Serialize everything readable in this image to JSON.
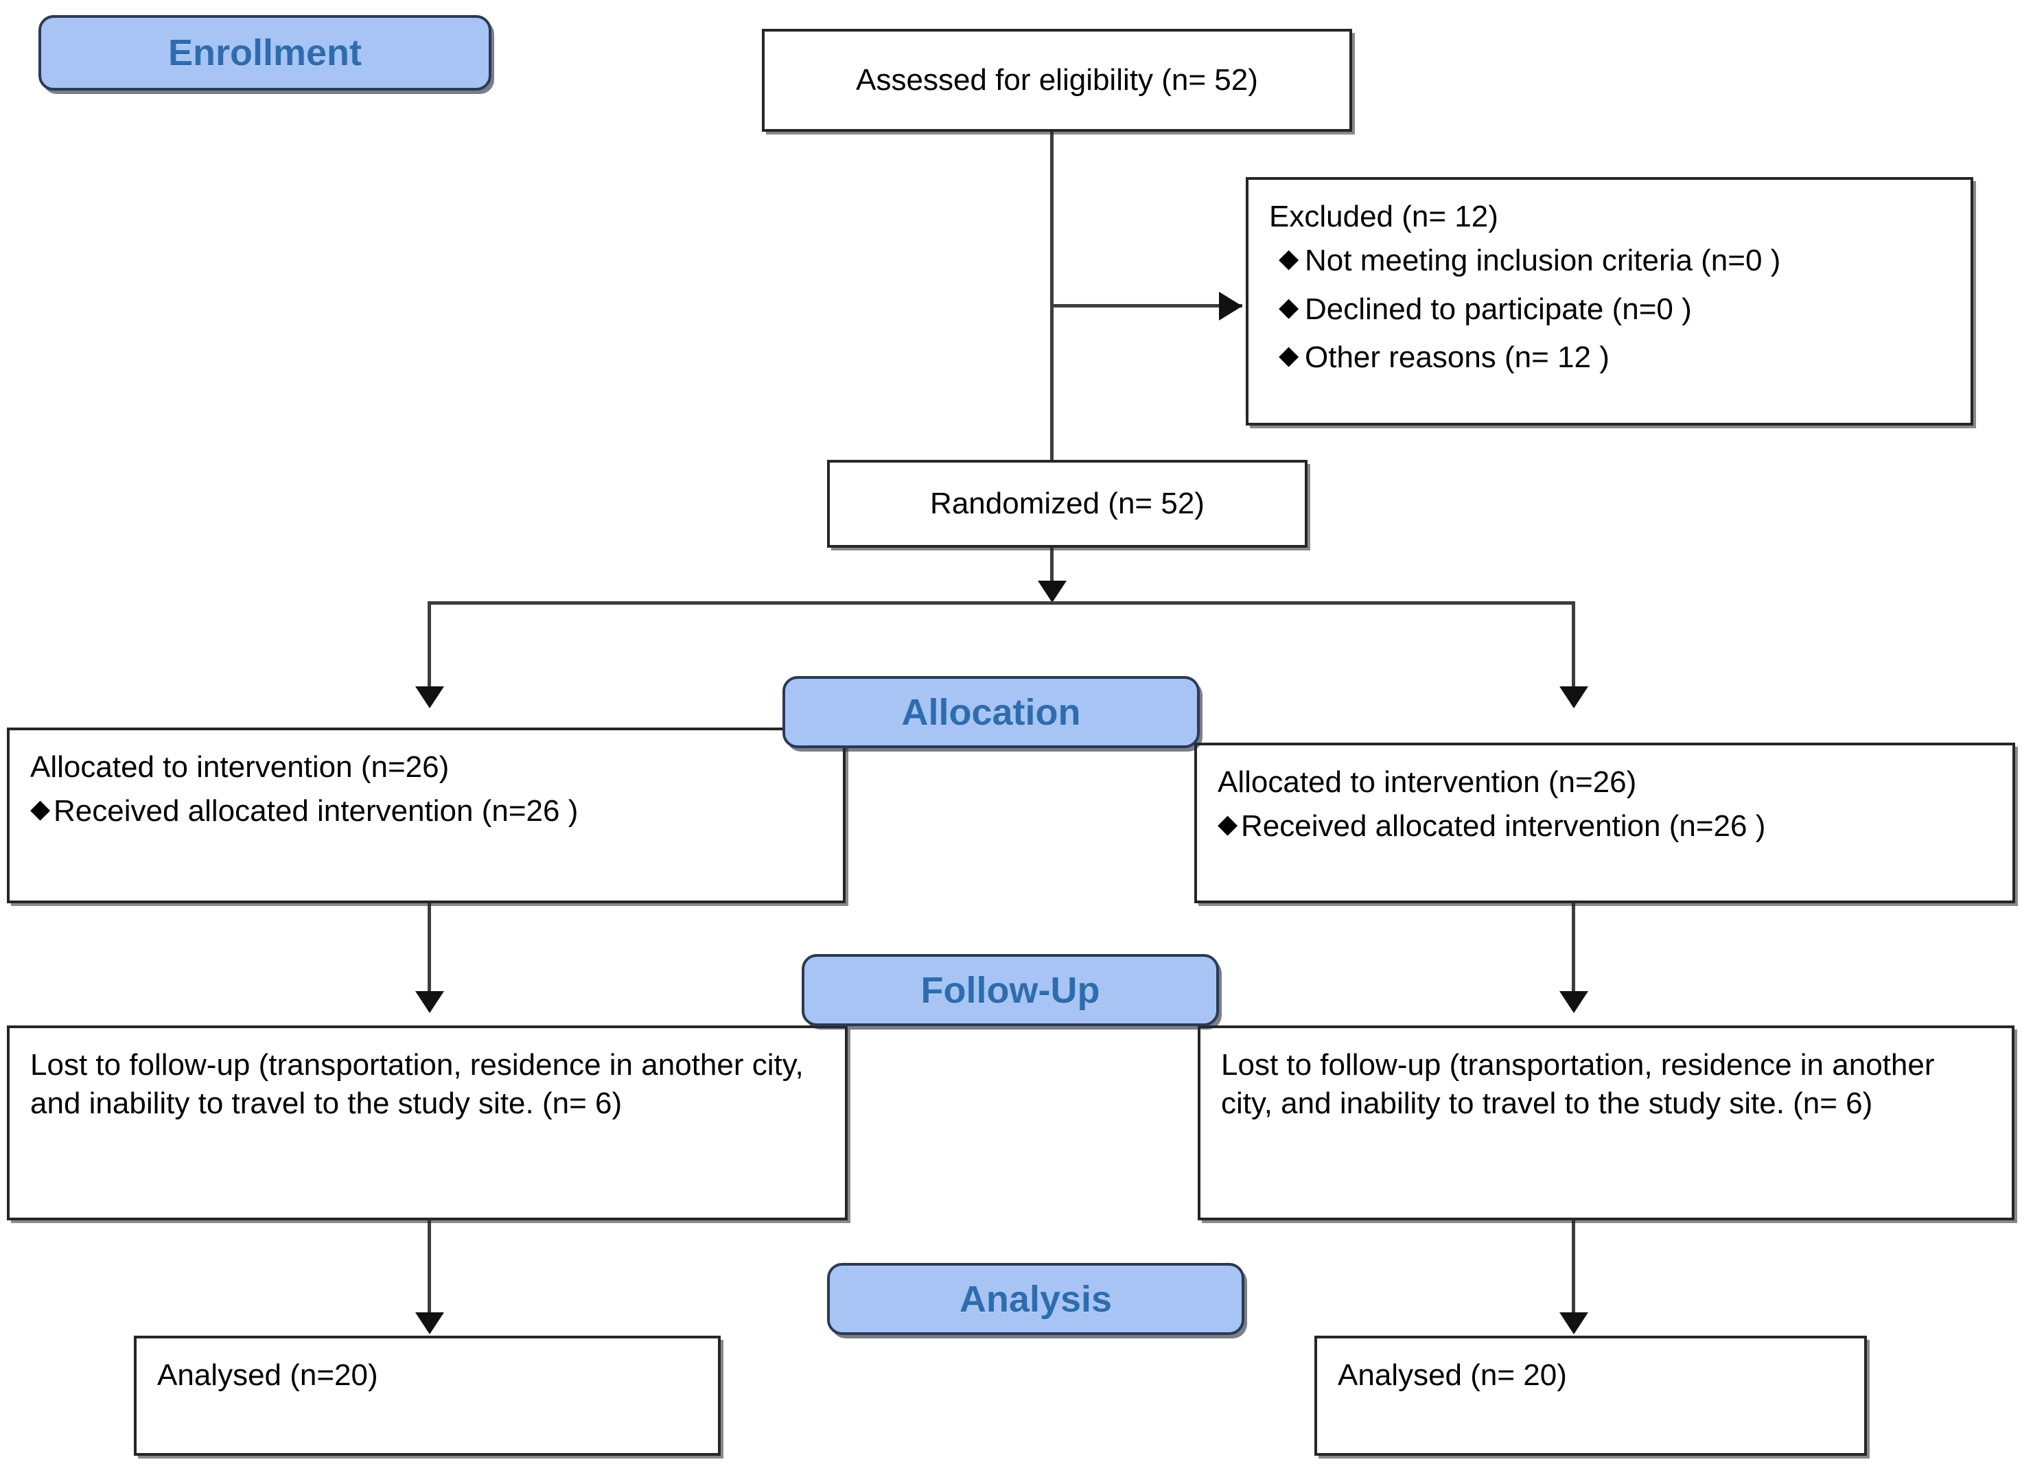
{
  "diagram": {
    "title": "CONSORT participant flow diagram",
    "accent_blue_fill": "#a7c4f5",
    "accent_blue_text": "#2e6cad",
    "box_border": "#262626",
    "connector_color": "#3d3d3d",
    "bullet_glyph": "♦"
  },
  "banners": {
    "enrollment": "Enrollment",
    "allocation": "Allocation",
    "followup": "Follow-Up",
    "analysis": "Analysis"
  },
  "enrollment": {
    "assessed": "Assessed for eligibility (n= 52)",
    "excluded_title": "Excluded (n= 12)",
    "excluded_reasons": [
      "Not meeting inclusion criteria (n=0  )",
      "Declined to participate (n=0  )",
      "Other reasons (n= 12 )"
    ],
    "randomized": "Randomized (n= 52)"
  },
  "allocation": {
    "left": {
      "title": "Allocated to intervention (n=26)",
      "bullets": [
        "Received allocated intervention (n=26  )"
      ]
    },
    "right": {
      "title": "Allocated to intervention (n=26)",
      "bullets": [
        "Received allocated intervention (n=26  )"
      ]
    }
  },
  "followup": {
    "left": {
      "text": "Lost to follow-up (transportation, residence in another city, and inability to travel to the study site. (n= 6)"
    },
    "right": {
      "text": "Lost to follow-up (transportation, residence in another city, and inability to travel to the study site. (n= 6)"
    }
  },
  "analysis": {
    "left": {
      "text": "Analysed (n=20)"
    },
    "right": {
      "text": "Analysed (n= 20)"
    }
  }
}
